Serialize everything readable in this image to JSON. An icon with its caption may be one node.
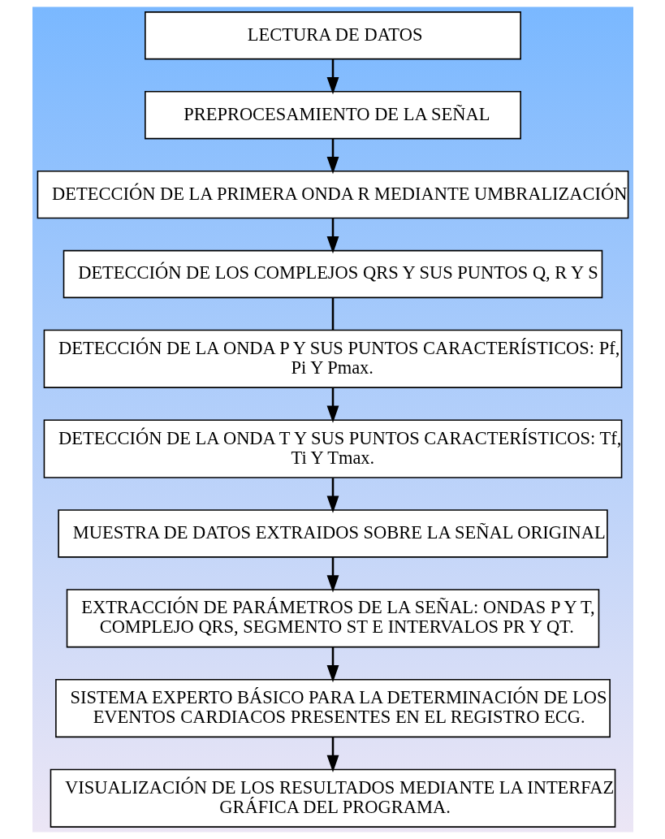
{
  "diagram": {
    "nodes": [
      {
        "text": [
          "LECTURA DE DATOS"
        ]
      },
      {
        "text": [
          "PREPROCESAMIENTO DE LA SEÑAL"
        ]
      },
      {
        "text": [
          "DETECCIÓN DE LA PRIMERA ONDA R MEDIANTE UMBRALIZACIÓN"
        ]
      },
      {
        "text": [
          "DETECCIÓN DE LOS COMPLEJOS QRS Y SUS PUNTOS Q, R Y S"
        ]
      },
      {
        "text": [
          "DETECCIÓN DE LA ONDA P Y SUS PUNTOS CARACTERÍSTICOS: Pf, Pi Y Pmax."
        ]
      },
      {
        "text": [
          "DETECCIÓN DE LA ONDA T Y SUS PUNTOS CARACTERÍSTICOS: Tf, Ti Y Tmax."
        ]
      },
      {
        "text": [
          "MUESTRA DE DATOS EXTRAIDOS SOBRE LA SEÑAL ORIGINAL"
        ]
      },
      {
        "text": [
          "EXTRACCIÓN DE PARÁMETROS DE LA SEÑAL: ONDAS P Y T, COMPLEJO QRS, SEGMENTO ST E INTERVALOS PR Y QT."
        ]
      },
      {
        "text": [
          "SISTEMA EXPERTO BÁSICO PARA LA DETERMINACIÓN DE LOS EVENTOS CARDIACOS PRESENTES EN EL REGISTRO ECG."
        ]
      },
      {
        "text": [
          "VISUALIZACIÓN DE LOS RESULTADOS MEDIANTE LA INTERFAZ GRÁFICA DEL PROGRAMA."
        ]
      }
    ],
    "edges": [
      {
        "from": 0,
        "to": 1,
        "arrow": "to"
      },
      {
        "from": 1,
        "to": 2,
        "arrow": "to"
      },
      {
        "from": 2,
        "to": 3,
        "arrow": "to"
      },
      {
        "from": 3,
        "to": 4,
        "arrow": "none"
      },
      {
        "from": 4,
        "to": 5,
        "arrow": "to"
      },
      {
        "from": 5,
        "to": 6,
        "arrow": "to"
      },
      {
        "from": 6,
        "to": 7,
        "arrow": "to"
      },
      {
        "from": 7,
        "to": 8,
        "arrow": "to"
      },
      {
        "from": 8,
        "to": 9,
        "arrow": "to"
      }
    ]
  }
}
